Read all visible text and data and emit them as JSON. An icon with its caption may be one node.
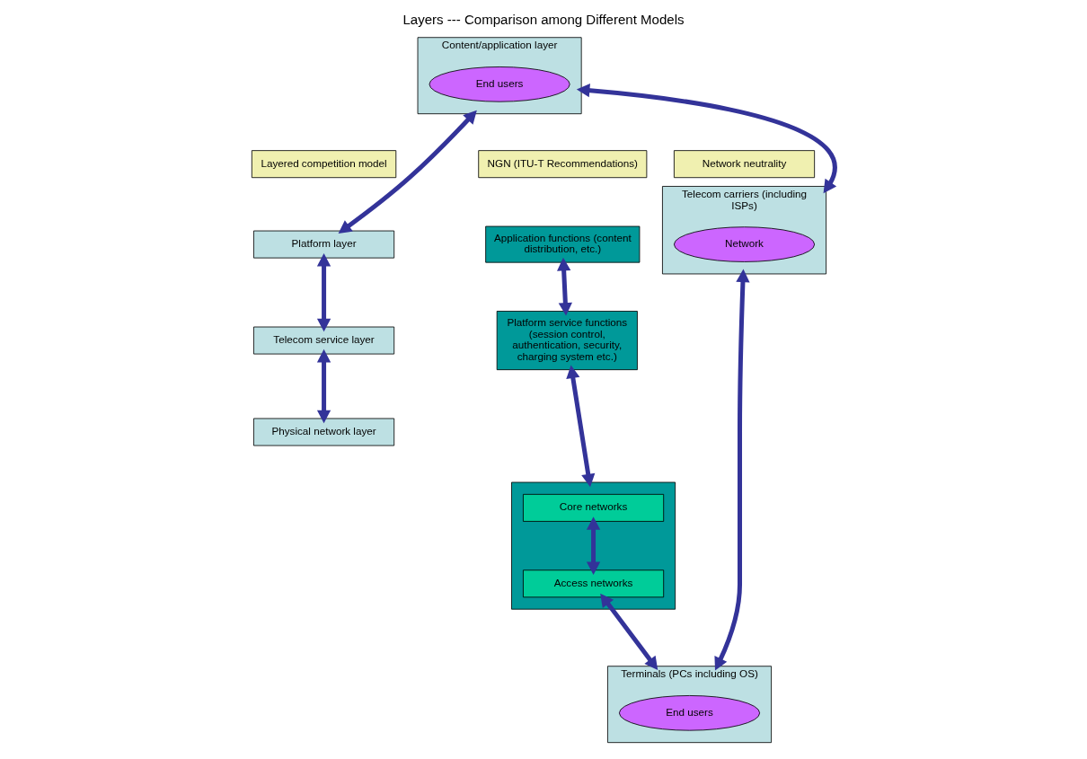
{
  "diagram": {
    "title": "Layers --- Comparison among Different Models",
    "nodes": [
      {
        "text": [
          "Layered competition model"
        ]
      },
      {
        "text": [
          "NGN (ITU-T Recommendations)"
        ]
      },
      {
        "text": [
          "Network neutrality"
        ]
      },
      {
        "text": [
          "Content/application layer"
        ]
      },
      {
        "text": [
          "End users"
        ],
        "in": 3
      },
      {
        "text": [
          "Platform layer"
        ]
      },
      {
        "text": [
          "Telecom service layer"
        ]
      },
      {
        "text": [
          "Physical network layer"
        ]
      },
      {
        "text": [
          "Application functions (content distribution, etc.)"
        ]
      },
      {
        "text": [
          "Platform service functions (session control, authentication, security, charging system etc.)"
        ]
      },
      {
        "text": [],
        "shape": "box"
      },
      {
        "text": [
          "Core networks"
        ],
        "in": 10
      },
      {
        "text": [
          "Access networks"
        ],
        "in": 10
      },
      {
        "text": [
          "Telecom carriers (including ISPs)"
        ]
      },
      {
        "text": [
          "Network"
        ],
        "in": 13
      },
      {
        "text": [
          "Terminals (PCs including OS)"
        ]
      },
      {
        "text": [
          "End users"
        ],
        "in": 15
      }
    ],
    "edges": [
      {
        "from": 3,
        "to": 5,
        "arrow": "both"
      },
      {
        "from": 5,
        "to": 6,
        "arrow": "both"
      },
      {
        "from": 6,
        "to": 7,
        "arrow": "both"
      },
      {
        "from": 8,
        "to": 9,
        "arrow": "both"
      },
      {
        "from": 9,
        "to": 10,
        "arrow": "both"
      },
      {
        "from": 11,
        "to": 12,
        "arrow": "both"
      },
      {
        "from": 12,
        "to": 15,
        "arrow": "both"
      },
      {
        "from": 3,
        "to": 13,
        "arrow": "both"
      },
      {
        "from": 13,
        "to": 15,
        "arrow": "both"
      }
    ]
  }
}
